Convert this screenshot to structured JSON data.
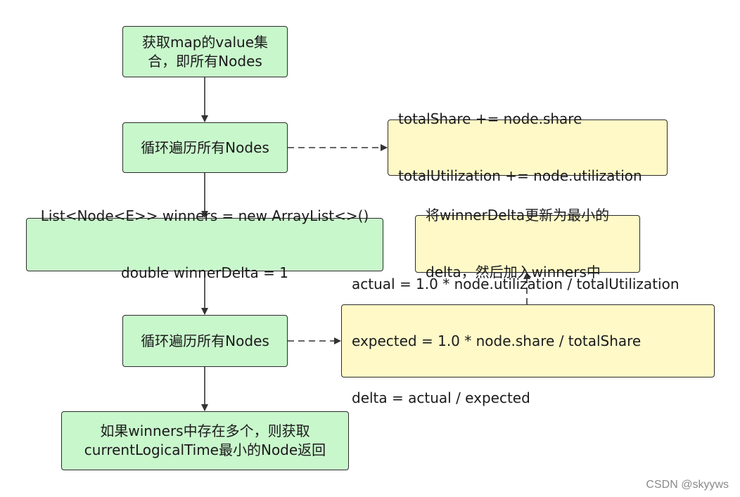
{
  "nodes": {
    "get_values": {
      "line1": "获取map的value集",
      "line2": "合，即所有Nodes"
    },
    "loop1": {
      "text": "循环遍历所有Nodes"
    },
    "totals": {
      "line1": "totalShare += node.share",
      "line2": "totalUtilization += node.utilization"
    },
    "init": {
      "line1": "List<Node<E>> winners = new ArrayList<>()",
      "line2": "double winnerDelta = 1"
    },
    "update_winner": {
      "line1": "将winnerDelta更新为最小的",
      "line2": "delta，然后加入winners中"
    },
    "loop2": {
      "text": "循环遍历所有Nodes"
    },
    "compute": {
      "line1": "actual = 1.0 * node.utilization / totalUtilization",
      "line2": "expected = 1.0 * node.share / totalShare",
      "line3": "delta = actual / expected"
    },
    "result": {
      "line1": "如果winners中存在多个，则获取",
      "line2": "currentLogicalTime最小的Node返回"
    }
  },
  "colors": {
    "process_fill": "#c9f7cc",
    "note_fill": "#fff9c8",
    "border": "#2b2b2b",
    "arrow": "#333333"
  },
  "watermark": "CSDN @skyyws"
}
